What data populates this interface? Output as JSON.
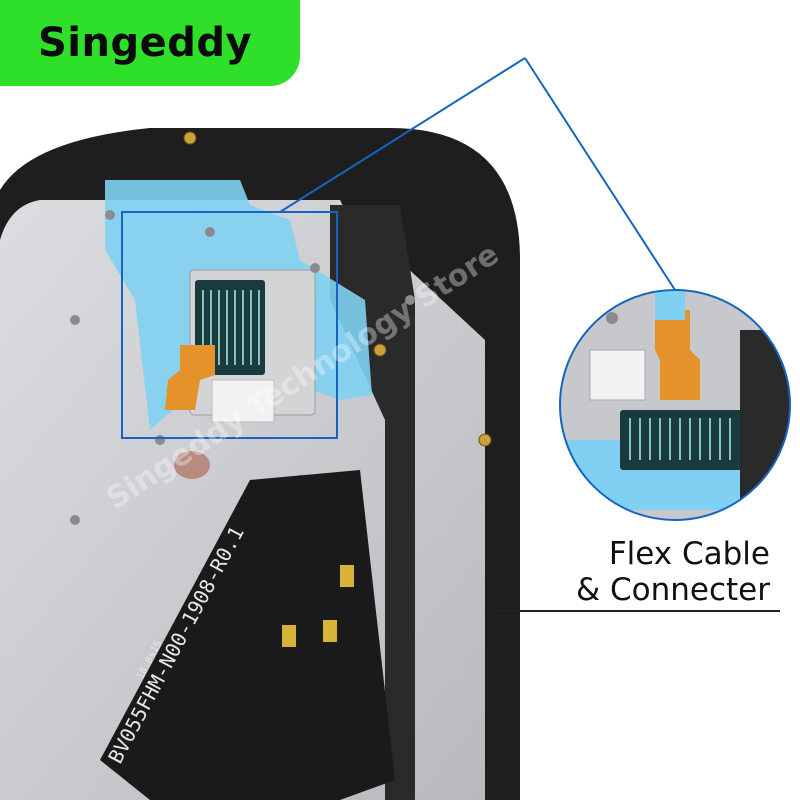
{
  "brand": {
    "logo_text": "Singeddy",
    "color": "#2ee02a"
  },
  "caption": {
    "line1": "Flex Cable",
    "line2": "& Connecter"
  },
  "watermark": {
    "text": "Singeddy Technology Store"
  },
  "board": {
    "part_number": "BV055FHM-N00-1908-R0.1",
    "revision": "18.8s15"
  },
  "colors": {
    "frame": "#1e1e1e",
    "metal": "#c9cacc",
    "flex": "#e6922a",
    "film": "#7fd0f2",
    "highlight": "#1565c0"
  }
}
